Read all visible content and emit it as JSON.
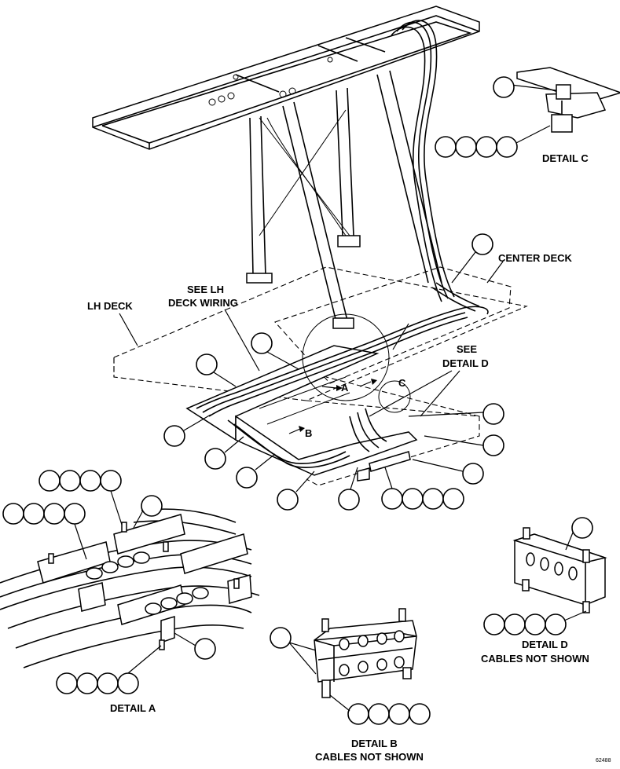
{
  "labels": {
    "detail_a": "DETAIL A",
    "detail_b_line1": "DETAIL B",
    "detail_b_line2": "CABLES NOT SHOWN",
    "detail_c": "DETAIL C",
    "detail_d_line1": "DETAIL D",
    "detail_d_line2": "CABLES NOT SHOWN",
    "center_deck": "CENTER DECK",
    "lh_deck": "LH DECK",
    "see_lh_line1": "SEE LH",
    "see_lh_line2": "DECK WIRING",
    "see_detail_line1": "SEE",
    "see_detail_line2": "DETAIL D",
    "view_a": "A",
    "view_b": "B",
    "view_c": "C",
    "figure_id": "62488"
  },
  "colors": {
    "line": "#000000",
    "background": "#ffffff"
  }
}
